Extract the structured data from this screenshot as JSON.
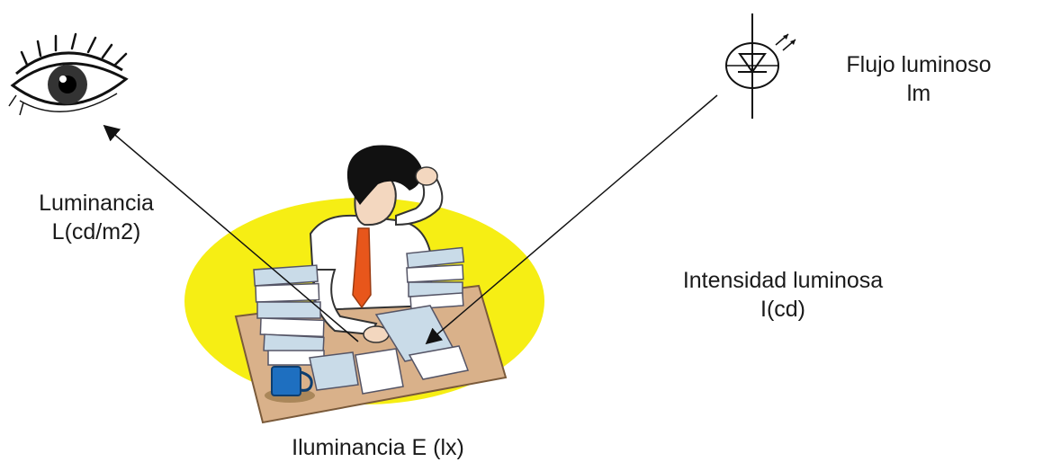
{
  "labels": {
    "luminancia": {
      "name": "Luminancia",
      "unit": "L(cd/m2)"
    },
    "flujo": {
      "name": "Flujo luminoso",
      "unit": "lm"
    },
    "intensidad": {
      "name": "Intensidad luminosa",
      "unit": "I(cd)"
    },
    "iluminancia": {
      "text": "Iluminancia E (lx)"
    }
  },
  "colors": {
    "glow": "#f6ee14",
    "desk": "#d9b18a",
    "tie": "#e8561b",
    "paper_stack": "#c9dbe8",
    "mug": "#1e6fc0",
    "arrow": "#111111"
  },
  "icons": {
    "eye": "eye-icon",
    "lamp": "lamp-diode-icon",
    "person": "worker-at-desk-illustration"
  }
}
